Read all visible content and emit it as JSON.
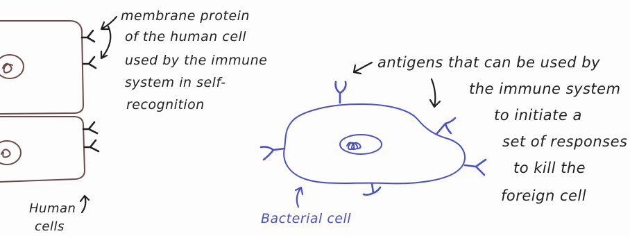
{
  "annotations": {
    "membrane_protein": {
      "lines": [
        "membrane protein",
        "of the human cell",
        "used by the immune",
        "system in self-",
        "recognition"
      ]
    },
    "antigens": {
      "lines": [
        "antigens that can be used by",
        "the immune system",
        "to initiate a",
        "set of responses",
        "to kill the",
        "foreign cell"
      ]
    },
    "human_cells": {
      "lines": [
        "Human",
        "cells"
      ]
    },
    "bacterial_cell": {
      "label": "Bacterial cell"
    }
  },
  "colors": {
    "ink_black": "#1f1f1f",
    "ink_human_cell": "#6b4a4a",
    "ink_blue": "#4a4fc4"
  }
}
